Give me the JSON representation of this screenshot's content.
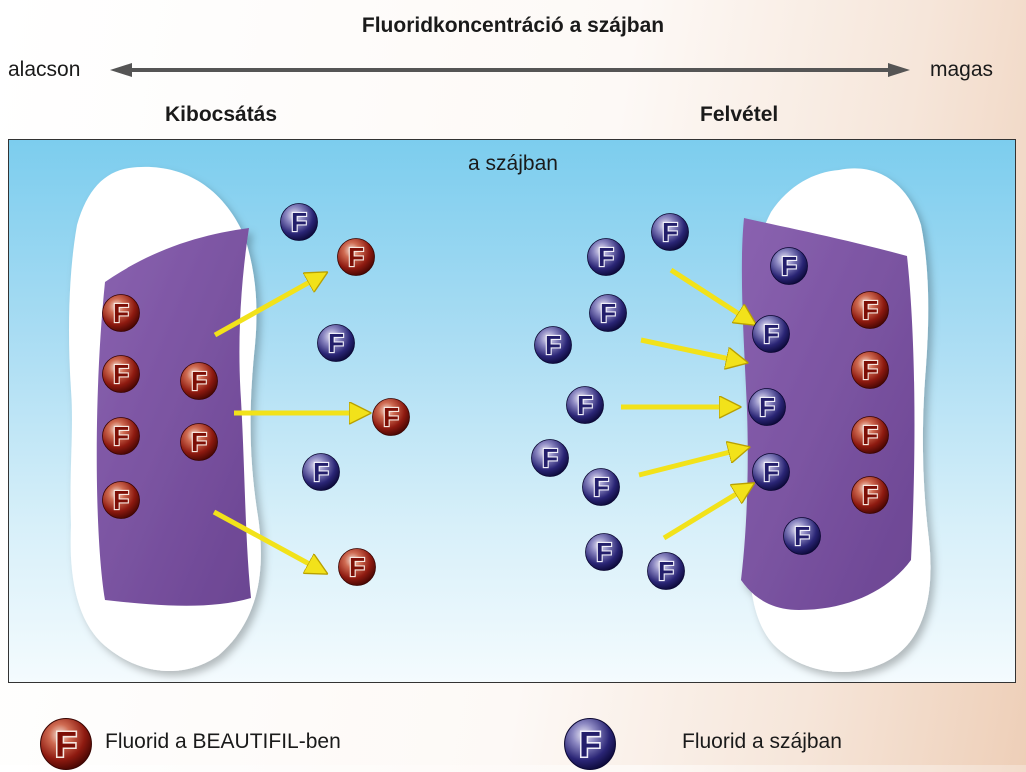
{
  "title": "Fluoridkoncentráció a szájban",
  "scale": {
    "low": "alacson",
    "high": "magas"
  },
  "sides": {
    "left": "Kibocsátás",
    "right": "Felvétel"
  },
  "panel": {
    "label": "a szájban"
  },
  "ion_letter": "F",
  "legend": {
    "red": "Fluorid a BEAUTIFIL-ben",
    "blue": "Fluorid a szájban"
  },
  "colors": {
    "red_ion": "#8e1a10",
    "blue_ion": "#2a2575",
    "filler": "#7d55a2",
    "arrow": "#f2e21a"
  }
}
